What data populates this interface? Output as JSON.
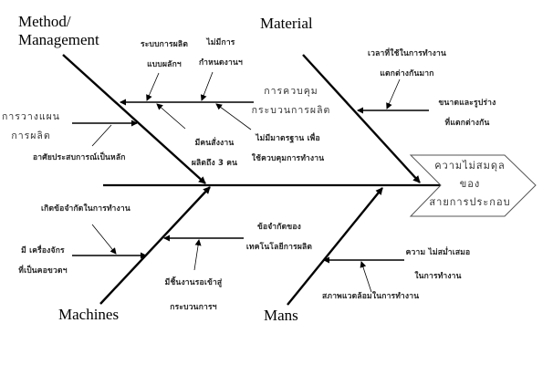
{
  "diagram": {
    "type": "fishbone",
    "effect": {
      "lines": [
        "ความไม่สมดุล",
        "ของ",
        "สายการประกอบ"
      ]
    },
    "categories": {
      "method": "Method/\nManagement",
      "method_line1": "Method/",
      "method_line2": "Management",
      "material": "Material",
      "machines": "Machines",
      "mans": "Mans"
    },
    "causes": {
      "method": {
        "sub_branch_label": [
          "การควบคุม",
          "กระบวนการผลิต"
        ],
        "production_system": [
          "ระบบการผลิต",
          "แบบผลักฯ"
        ],
        "no_deadline": [
          "ไม่มีการ",
          "กำหนดงานฯ"
        ],
        "three_orderers": [
          "มีคนสั่งงาน",
          "ผลิตถึง 3 คน"
        ],
        "no_standard": [
          "ไม่มีมาตรฐาน เพื่อ",
          "ใช้ควบคุมการทำงาน"
        ],
        "planning": [
          "การวางแผน",
          "การผลิต"
        ],
        "experience": "อาศัยประสบการณ์เป็นหลัก"
      },
      "material": {
        "time_diff": [
          "เวลาที่ใช้ในการทำงาน",
          "แตกต่างกันมาก"
        ],
        "size_shape": [
          "ขนาดและรูปร่าง",
          "ที่แตกต่างกัน"
        ]
      },
      "machines": {
        "work_limit": "เกิดข้อจำกัดในการทำงาน",
        "bottleneck_machine": [
          "มี เครื่องจักร",
          "ที่เป็นคอขวดฯ"
        ],
        "tech_limit": [
          "ข้อจำกัดของ",
          "เทคโนโลยีการผลิต"
        ],
        "wip_waiting": [
          "มีชิ้นงานรอเข้าสู่",
          "กระบวนการฯ"
        ]
      },
      "mans": {
        "inconsistency": [
          "ความ ไม่สม่ำเสมอ",
          "ในการทำงาน"
        ],
        "environment": "สภาพแวดล้อมในการทำงาน"
      }
    },
    "colors": {
      "line": "#000000",
      "background": "#ffffff",
      "text": "#222222"
    }
  }
}
